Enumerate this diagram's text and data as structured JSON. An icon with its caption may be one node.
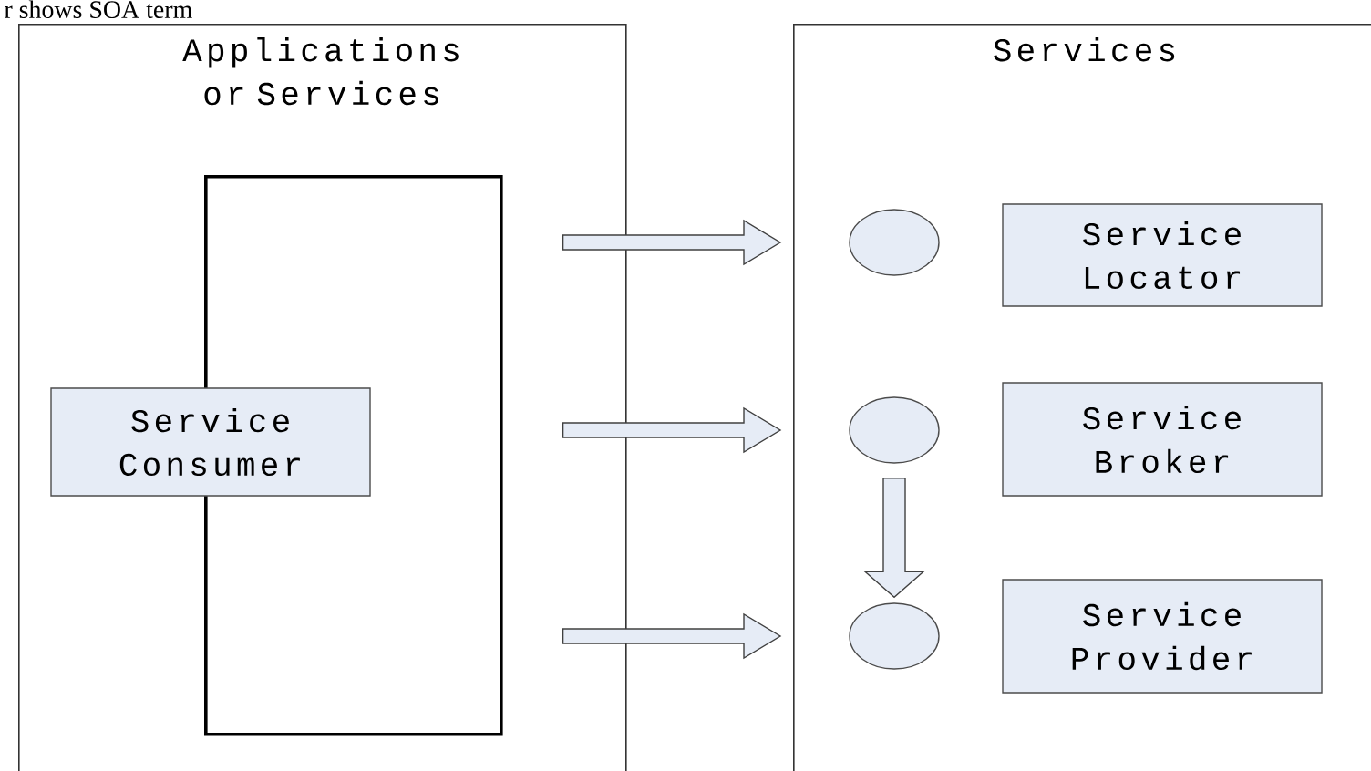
{
  "diagram": {
    "nodes": [
      {
        "text": [
          "Applications or Services"
        ]
      },
      {
        "text": [],
        "shape": "box",
        "in": 0
      },
      {
        "text": [
          "Service Consumer"
        ],
        "in": 0
      },
      {
        "text": [
          "Services"
        ]
      },
      {
        "text": [],
        "shape": "circle",
        "in": 3
      },
      {
        "text": [],
        "shape": "circle",
        "in": 3
      },
      {
        "text": [],
        "shape": "circle",
        "in": 3
      },
      {
        "text": [
          "Service Locator"
        ],
        "in": 3
      },
      {
        "text": [
          "Service Broker"
        ],
        "in": 3
      },
      {
        "text": [
          "Service Provider"
        ],
        "in": 3
      }
    ],
    "edges": [
      {
        "from": 0,
        "to": 3,
        "arrow": "to"
      },
      {
        "from": 0,
        "to": 3,
        "arrow": "to"
      },
      {
        "from": 0,
        "to": 3,
        "arrow": "to"
      },
      {
        "from": 5,
        "to": 6,
        "arrow": "to"
      }
    ],
    "labels": [
      "r shows SOA term"
    ]
  }
}
